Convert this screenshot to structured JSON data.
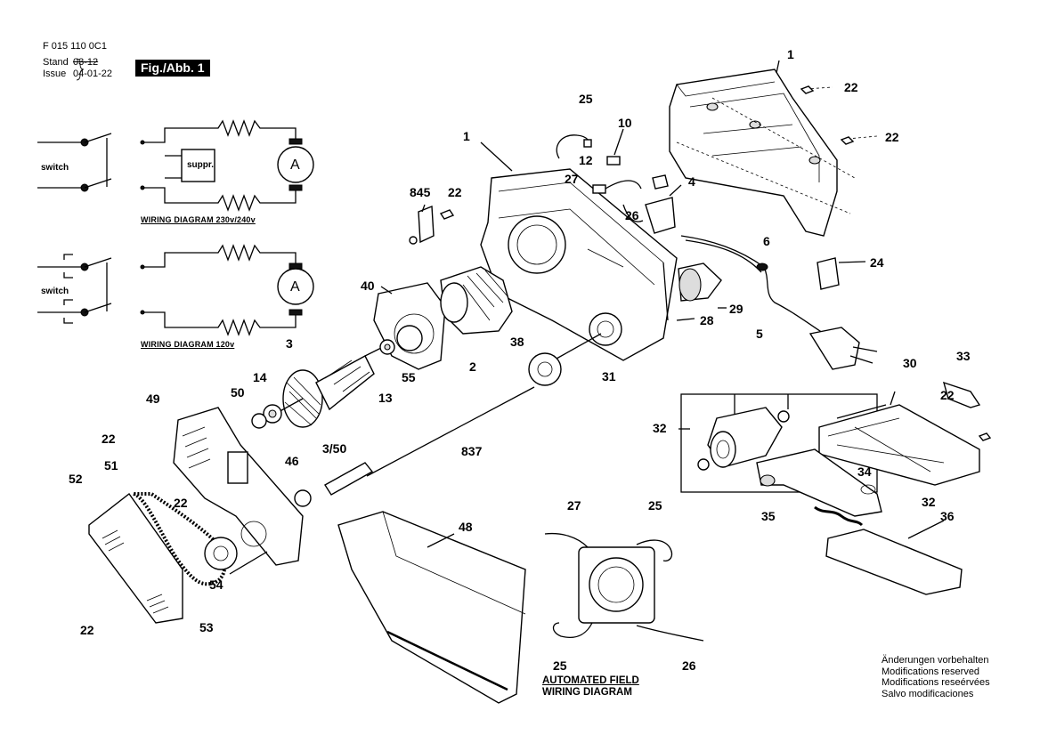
{
  "header": {
    "doc_id": "F 015 110 0C1",
    "stand_label": "Stand",
    "issue_label": "Issue",
    "stand_value_old": "03-12",
    "issue_value": "04-01-22",
    "figure_label": "Fig./Abb. 1"
  },
  "wiring_diagrams": {
    "switch_label": "switch",
    "suppressor_label": "suppr.",
    "motor_symbol": "A",
    "title_230": "WIRING DIAGRAM 230v/240v",
    "title_120": "WIRING DIAGRAM 120v"
  },
  "automated_field": {
    "line1": "AUTOMATED FIELD",
    "line2": "WIRING DIAGRAM"
  },
  "disclaimer": [
    "Änderungen vorbehalten",
    "Modifications reserved",
    "Modifications reseérvées",
    "Salvo modificaciones"
  ],
  "callouts": {
    "c1_top": "1",
    "c22_a": "22",
    "c22_b": "22",
    "c25_top": "25",
    "c10": "10",
    "c1_mid": "1",
    "c12": "12",
    "c27_top": "27",
    "c4": "4",
    "c26_top": "26",
    "c845": "845",
    "c22_c": "22",
    "c6": "6",
    "c24": "24",
    "c40": "40",
    "c29": "29",
    "c28": "28",
    "c5": "5",
    "c38": "38",
    "c3": "3",
    "c2": "2",
    "c31": "31",
    "c30": "30",
    "c33": "33",
    "c14": "14",
    "c13": "13",
    "c55": "55",
    "c49": "49",
    "c50": "50",
    "c22_d": "22",
    "c3_50": "3/50",
    "c837": "837",
    "c32_a": "32",
    "c22_e": "22",
    "c46": "46",
    "c34": "34",
    "c52": "52",
    "c51": "51",
    "c22_f": "22",
    "c32_b": "32",
    "c48": "48",
    "c35": "35",
    "c36": "36",
    "c27_bot": "27",
    "c25_mid": "25",
    "c54": "54",
    "c53": "53",
    "c22_g": "22",
    "c25_bot": "25",
    "c26_bot": "26"
  }
}
